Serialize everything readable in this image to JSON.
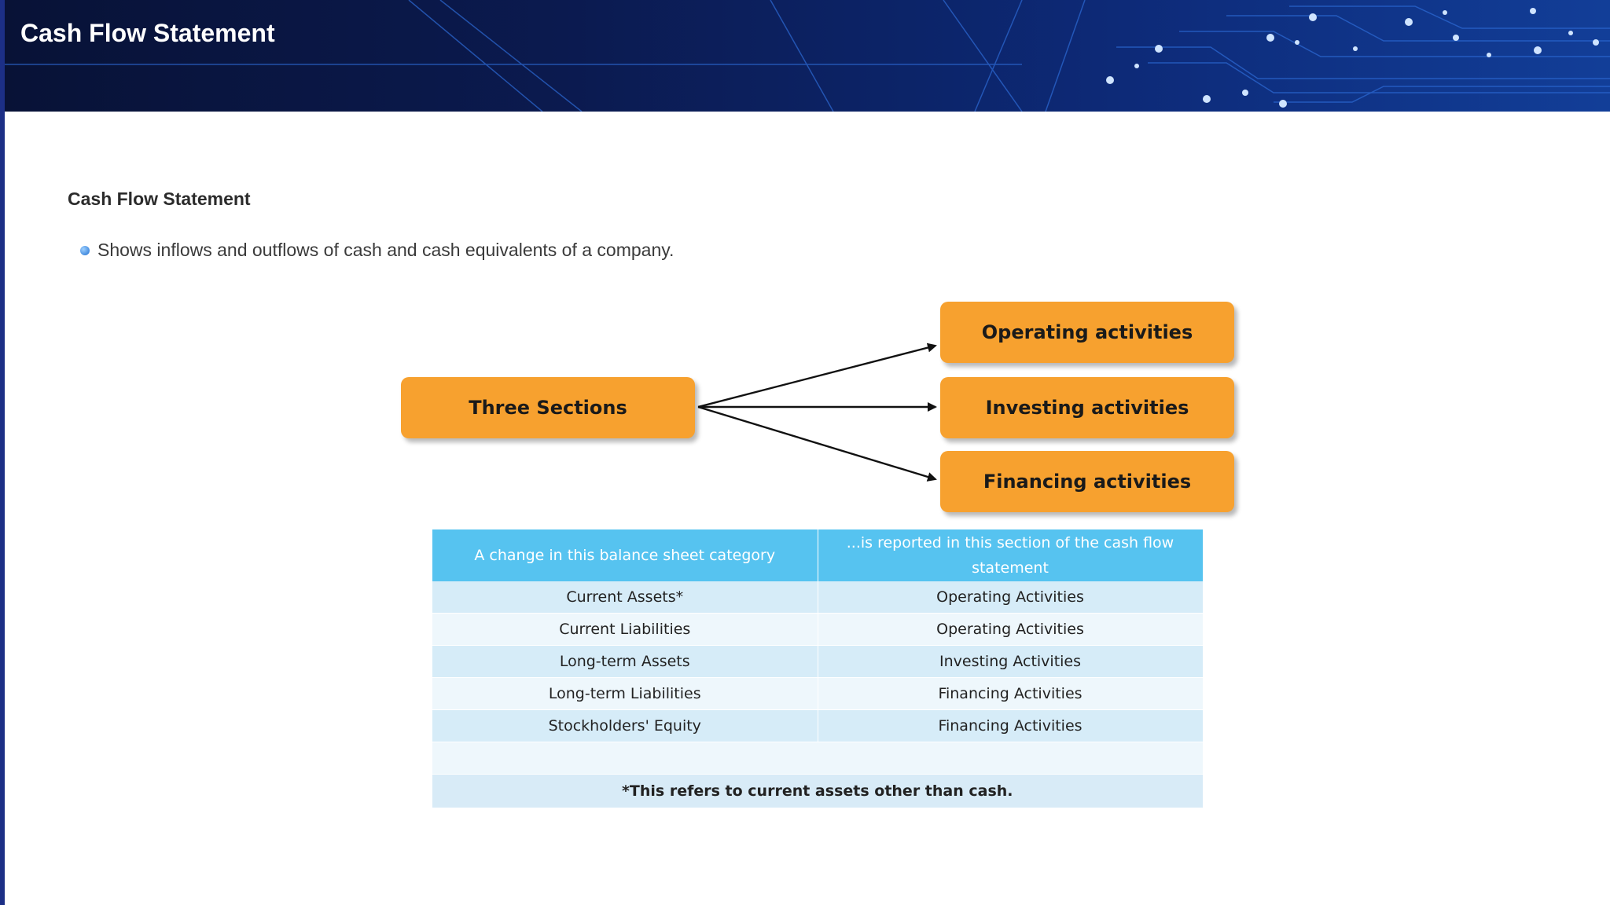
{
  "header": {
    "title": "Cash Flow Statement"
  },
  "content": {
    "heading": "Cash Flow Statement",
    "bullet": "Shows inflows and outflows of cash and cash equivalents of a company."
  },
  "diagram": {
    "source": "Three Sections",
    "targets": [
      "Operating activities",
      "Investing activities",
      "Financing activities"
    ]
  },
  "table": {
    "headers": [
      "A change in this balance sheet category",
      "...is reported in this section of the cash flow statement"
    ],
    "rows": [
      [
        "Current Assets*",
        "Operating Activities"
      ],
      [
        "Current Liabilities",
        "Operating Activities"
      ],
      [
        "Long-term Assets",
        "Investing Activities"
      ],
      [
        "Long-term Liabilities",
        "Financing Activities"
      ],
      [
        "Stockholders' Equity",
        "Financing Activities"
      ]
    ],
    "footnote": "*This refers to current assets other than cash."
  },
  "colors": {
    "banner": "#0b1a4f",
    "box": "#f7a12f",
    "table_header": "#56c3f0"
  }
}
